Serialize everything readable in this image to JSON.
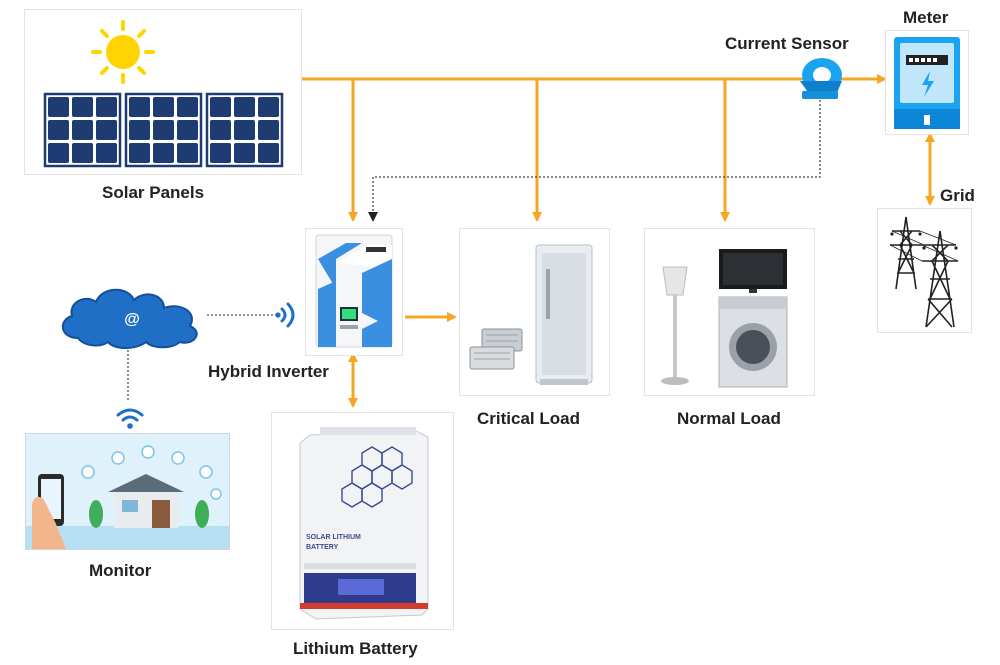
{
  "diagram": {
    "labels": {
      "solar_panels": "Solar Panels",
      "current_sensor": "Current Sensor",
      "meter": "Meter",
      "grid": "Grid",
      "hybrid_inverter": "Hybrid Inverter",
      "critical_load": "Critical Load",
      "normal_load": "Normal Load",
      "monitor": "Monitor",
      "lithium_battery": "Lithium Battery"
    },
    "cloud_symbol": "@",
    "battery_text": {
      "line1": "SOLAR LITHIUM",
      "line2": "BATTERY"
    },
    "colors": {
      "power_line": "#f5a623",
      "panel_blue": "#1f3b73",
      "sun_yellow": "#ffd400",
      "meter_blue": "#1aa3f0",
      "cloud_blue": "#1f6fc6"
    }
  }
}
